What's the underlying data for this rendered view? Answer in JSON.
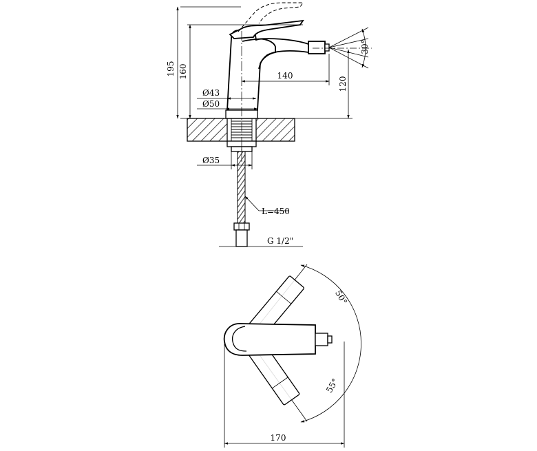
{
  "dimensions": {
    "total_height": "195",
    "spout_height": "160",
    "spout_reach": "140",
    "nozzle_height": "120",
    "nozzle_angle": "30°",
    "diameter_43": "Ø43",
    "diameter_50": "Ø50",
    "diameter_35": "Ø35",
    "hose_length": "L=450",
    "thread": "G 1/2\"",
    "rotation_up": "50°",
    "rotation_down": "55°",
    "plan_width": "170"
  }
}
